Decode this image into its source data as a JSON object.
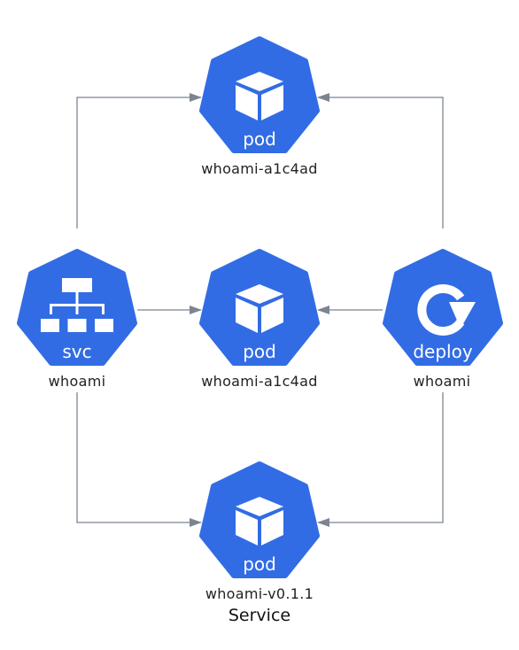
{
  "colors": {
    "node_fill": "#326ce5",
    "icon_fill": "#ffffff",
    "edge_color": "#7b8590"
  },
  "nodes": {
    "pod_top": {
      "kind": "pod",
      "name": "whoami-a1c4ad",
      "icon": "cube-icon"
    },
    "svc": {
      "kind": "svc",
      "name": "whoami",
      "icon": "network-tree-icon"
    },
    "pod_middle": {
      "kind": "pod",
      "name": "whoami-a1c4ad",
      "icon": "cube-icon"
    },
    "deploy": {
      "kind": "deploy",
      "name": "whoami",
      "icon": "rotate-arrow-icon"
    },
    "pod_bottom": {
      "kind": "pod",
      "name": "whoami-v0.1.1",
      "icon": "cube-icon"
    }
  },
  "edges": [
    {
      "from": "svc",
      "to": "pod_top"
    },
    {
      "from": "svc",
      "to": "pod_middle"
    },
    {
      "from": "svc",
      "to": "pod_bottom"
    },
    {
      "from": "deploy",
      "to": "pod_top"
    },
    {
      "from": "deploy",
      "to": "pod_middle"
    },
    {
      "from": "deploy",
      "to": "pod_bottom"
    }
  ],
  "caption": "Service"
}
